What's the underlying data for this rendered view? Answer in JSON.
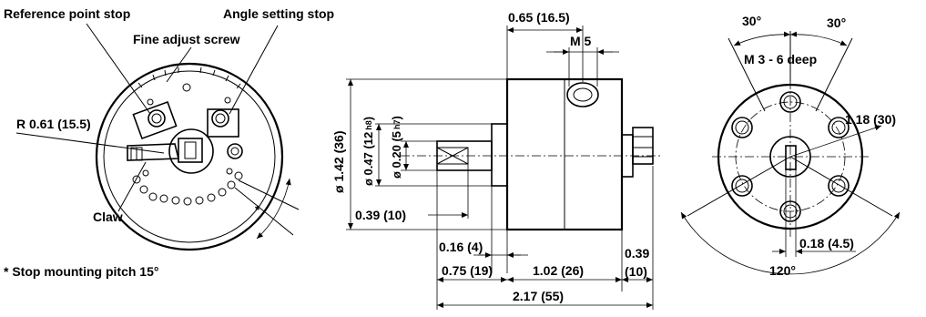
{
  "left_view": {
    "callout_reference_stop": "Reference point stop",
    "callout_angle_stop": "Angle setting stop",
    "callout_fine_screw": "Fine adjust screw",
    "callout_radius": "R 0.61 (15.5)",
    "callout_claw": "Claw",
    "callout_asterisk": "*",
    "footnote": "* Stop mounting pitch 15°"
  },
  "center_view": {
    "dim_top_offset": "0.65 (16.5)",
    "dim_port_thread": "M 5",
    "dim_body_dia": "ø 1.42 (36)",
    "dim_shaft_dia_inch": "ø 0.47 (12",
    "dim_shaft_dia_tol": "h8",
    "dim_shaft_dia_close": ")",
    "dim_shaft2_dia_inch": "ø 0.20 (5",
    "dim_shaft2_dia_tol": "h7",
    "dim_shaft2_dia_close": ")",
    "dim_shaft_len": "0.39 (10)",
    "dim_flange_len": "0.16 (4)",
    "dim_shaft_total": "0.75 (19)",
    "dim_body_len": "1.02 (26)",
    "dim_rear": "0.39",
    "dim_rear_mm": "(10)",
    "dim_overall": "2.17 (55)"
  },
  "right_view": {
    "angle_left": "30°",
    "angle_right": "30°",
    "thread_holes": "M 3 - 6 deep",
    "bolt_radius": "1.18 (30)",
    "slot_width": "0.18 (4.5)",
    "angle_bottom": "120°"
  }
}
